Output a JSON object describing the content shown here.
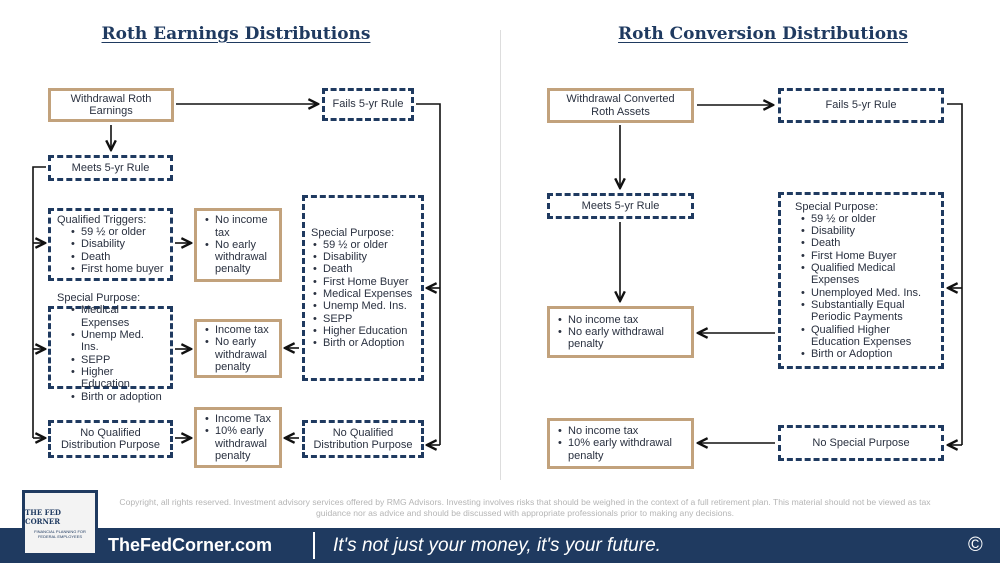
{
  "left": {
    "title": "Roth Earnings Distributions",
    "withdrawal": "Withdrawal Roth Earnings",
    "fails": "Fails 5-yr Rule",
    "meets": "Meets 5-yr Rule",
    "qualified_title": "Qualified Triggers:",
    "qualified_items": [
      "59 ½ or older",
      "Disability",
      "Death",
      "First home buyer"
    ],
    "result1": [
      "No income tax",
      "No early withdrawal penalty"
    ],
    "special_left_title": "Special Purpose:",
    "special_left_items": [
      "Medical Expenses",
      "Unemp Med. Ins.",
      "SEPP",
      "Higher Education",
      "Birth or adoption"
    ],
    "result2": [
      "Income tax",
      "No early withdrawal penalty"
    ],
    "special_right_title": "Special Purpose:",
    "special_right_items": [
      "59 ½ or older",
      "Disability",
      "Death",
      "First Home Buyer",
      "Medical Expenses",
      "Unemp Med. Ins.",
      "SEPP",
      "Higher Education",
      "Birth or Adoption"
    ],
    "noqual_left": "No Qualified Distribution Purpose",
    "result3": [
      "Income Tax",
      "10% early withdrawal penalty"
    ],
    "noqual_right": "No Qualified Distribution Purpose"
  },
  "right": {
    "title": "Roth Conversion Distributions",
    "withdrawal": "Withdrawal Converted Roth Assets",
    "fails": "Fails 5-yr Rule",
    "meets": "Meets 5-yr Rule",
    "special_title": "Special Purpose:",
    "special_items": [
      "59 ½ or older",
      "Disability",
      "Death",
      "First Home Buyer",
      "Qualified Medical Expenses",
      "Unemployed Med. Ins.",
      "Substantially Equal Periodic Payments",
      "Qualified Higher Education Expenses",
      "Birth or Adoption"
    ],
    "result1": [
      "No income tax",
      "No early withdrawal penalty"
    ],
    "result2": [
      "No income tax",
      "10% early withdrawal penalty"
    ],
    "no_special": "No Special Purpose"
  },
  "footer": {
    "copyright": "Copyright, all rights reserved. Investment advisory services offered by RMG Advisors. Investing involves risks that should be weighed in the context of a full retirement plan. This material should not be viewed as tax guidance nor as advice and should be discussed with appropriate professionals prior to making any decisions.",
    "logo_name": "THE FED CORNER",
    "logo_sub": "FINANCIAL PLANNING FOR FEDERAL EMPLOYEES",
    "site": "TheFedCorner.com",
    "tagline": "It's not just your money, it's your future.",
    "copyright_symbol": "©"
  }
}
